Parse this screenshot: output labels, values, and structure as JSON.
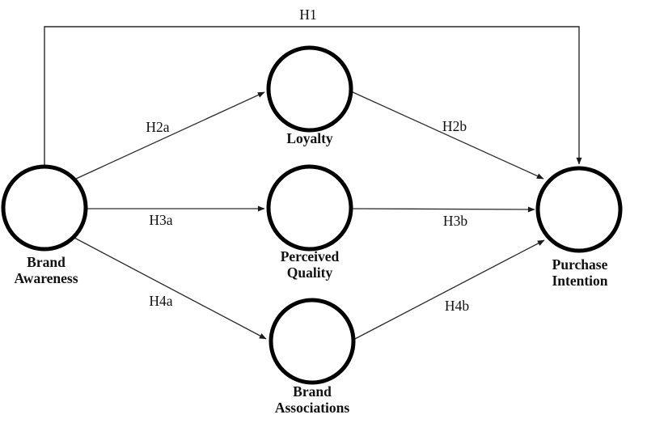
{
  "diagram": {
    "type": "path-model",
    "background_color": "#ffffff",
    "node_stroke_color": "#000000",
    "arrow_color": "#1a1a1a",
    "nodes": [
      {
        "id": "brand-awareness",
        "label": "Brand Awareness",
        "line1": "Brand",
        "line2": "Awareness"
      },
      {
        "id": "loyalty",
        "label": "Loyalty",
        "line1": "Loyalty",
        "line2": ""
      },
      {
        "id": "perceived-quality",
        "label": "Perceived Quality",
        "line1": "Perceived",
        "line2": "Quality"
      },
      {
        "id": "brand-associations",
        "label": "Brand Associations",
        "line1": "Brand",
        "line2": "Associations"
      },
      {
        "id": "purchase-intention",
        "label": "Purchase Intention",
        "line1": "Purchase",
        "line2": "Intention"
      }
    ],
    "edges": [
      {
        "id": "H1",
        "label": "H1",
        "from": "Brand Awareness",
        "to": "Purchase Intention"
      },
      {
        "id": "H2a",
        "label": "H2a",
        "from": "Brand Awareness",
        "to": "Loyalty"
      },
      {
        "id": "H2b",
        "label": "H2b",
        "from": "Loyalty",
        "to": "Purchase Intention"
      },
      {
        "id": "H3a",
        "label": "H3a",
        "from": "Brand Awareness",
        "to": "Perceived Quality"
      },
      {
        "id": "H3b",
        "label": "H3b",
        "from": "Perceived Quality",
        "to": "Purchase Intention"
      },
      {
        "id": "H4a",
        "label": "H4a",
        "from": "Brand Awareness",
        "to": "Brand Associations"
      },
      {
        "id": "H4b",
        "label": "H4b",
        "from": "Brand Associations",
        "to": "Purchase Intention"
      }
    ]
  }
}
